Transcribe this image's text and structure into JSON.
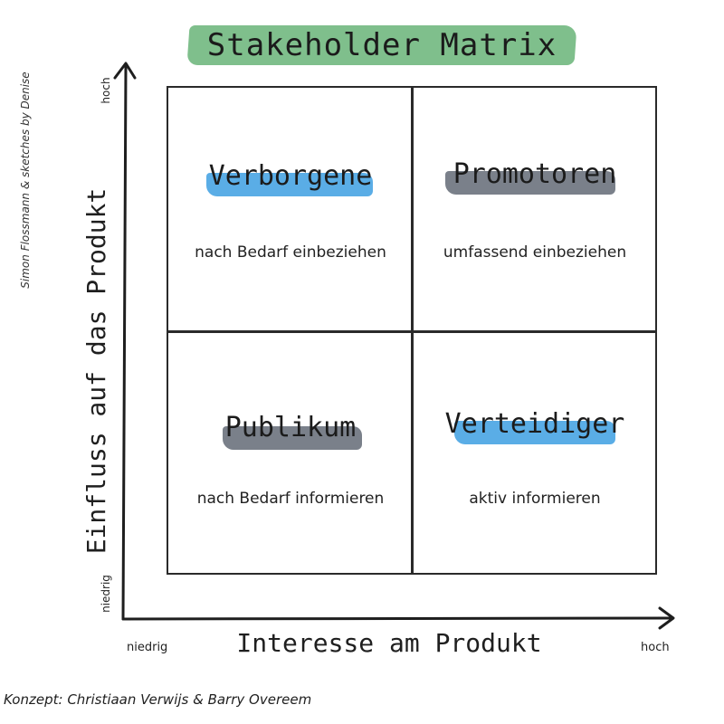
{
  "title": "Stakeholder Matrix",
  "credit": "Simon Flossmann & sketches by Denise",
  "y_axis": {
    "label": "Einfluss auf das Produkt",
    "high": "hoch",
    "low": "niedrig"
  },
  "x_axis": {
    "label": "Interesse am Produkt",
    "low": "niedrig",
    "high": "hoch"
  },
  "concept": "Konzept: Christiaan Verwijs & Barry Overeem",
  "colors": {
    "title_highlight": "#7fbf8c",
    "blue_highlight": "#5aade6",
    "gray_highlight": "#7a808a"
  },
  "quadrants": {
    "top_left": {
      "title": "Verborgene",
      "description": "nach Bedarf einbeziehen",
      "highlight": "blue"
    },
    "top_right": {
      "title": "Promotoren",
      "description": "umfassend einbeziehen",
      "highlight": "gray"
    },
    "bottom_left": {
      "title": "Publikum",
      "description": "nach Bedarf informieren",
      "highlight": "gray"
    },
    "bottom_right": {
      "title": "Verteidiger",
      "description": "aktiv informieren",
      "highlight": "blue"
    }
  }
}
